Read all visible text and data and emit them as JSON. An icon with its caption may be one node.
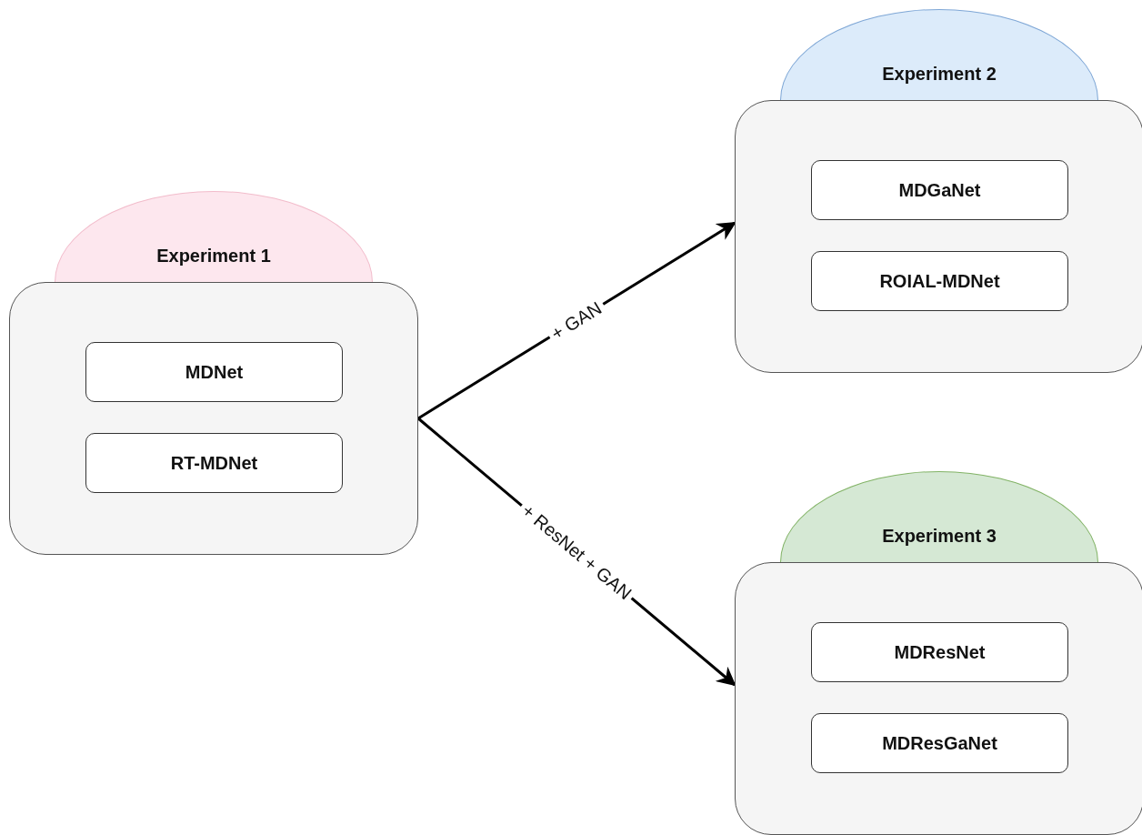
{
  "diagram": {
    "nodes": [
      {
        "text": [
          "Experiment 1"
        ]
      },
      {
        "text": [
          "MDNet"
        ],
        "in": 0
      },
      {
        "text": [
          "RT-MDNet"
        ],
        "in": 0
      },
      {
        "text": [
          "Experiment 2"
        ]
      },
      {
        "text": [
          "MDGaNet"
        ],
        "in": 3
      },
      {
        "text": [
          "ROIAL-MDNet"
        ],
        "in": 3
      },
      {
        "text": [
          "Experiment 3"
        ]
      },
      {
        "text": [
          "MDResNet"
        ],
        "in": 6
      },
      {
        "text": [
          "MDResGaNet"
        ],
        "in": 6
      }
    ],
    "edges": [
      {
        "from": 0,
        "to": 3,
        "arrow": "to",
        "label": "+ GAN"
      },
      {
        "from": 0,
        "to": 6,
        "arrow": "to",
        "label": "+ ResNet + GAN"
      }
    ]
  }
}
